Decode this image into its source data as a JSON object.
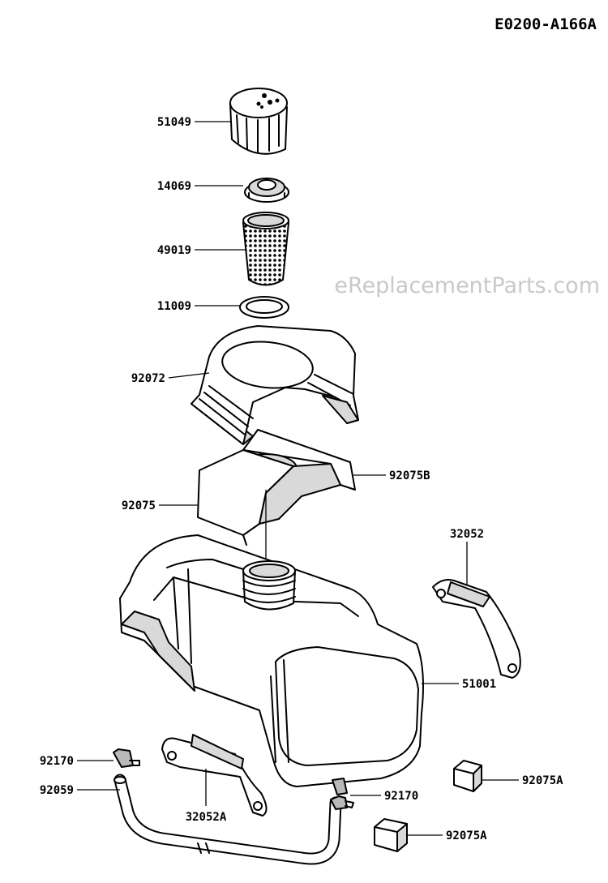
{
  "diagram_code": "E0200-A166A",
  "watermark": "eReplacementParts.com",
  "parts": [
    {
      "id": "fuel-cap",
      "number": "51049"
    },
    {
      "id": "cap-gasket",
      "number": "14069"
    },
    {
      "id": "fuel-strainer",
      "number": "49019"
    },
    {
      "id": "seal-ring",
      "number": "11009"
    },
    {
      "id": "cover-upper",
      "number": "92072"
    },
    {
      "id": "cover-shield-b",
      "number": "92075B"
    },
    {
      "id": "cover-shield",
      "number": "92075"
    },
    {
      "id": "bracket-right",
      "number": "32052"
    },
    {
      "id": "fuel-tank",
      "number": "51001"
    },
    {
      "id": "hose-clamp-left",
      "number": "92170"
    },
    {
      "id": "fuel-hose",
      "number": "92059"
    },
    {
      "id": "bracket-left",
      "number": "32052A"
    },
    {
      "id": "hose-clamp-right",
      "number": "92170"
    },
    {
      "id": "cushion-upper",
      "number": "92075A"
    },
    {
      "id": "cushion-lower",
      "number": "92075A"
    }
  ]
}
